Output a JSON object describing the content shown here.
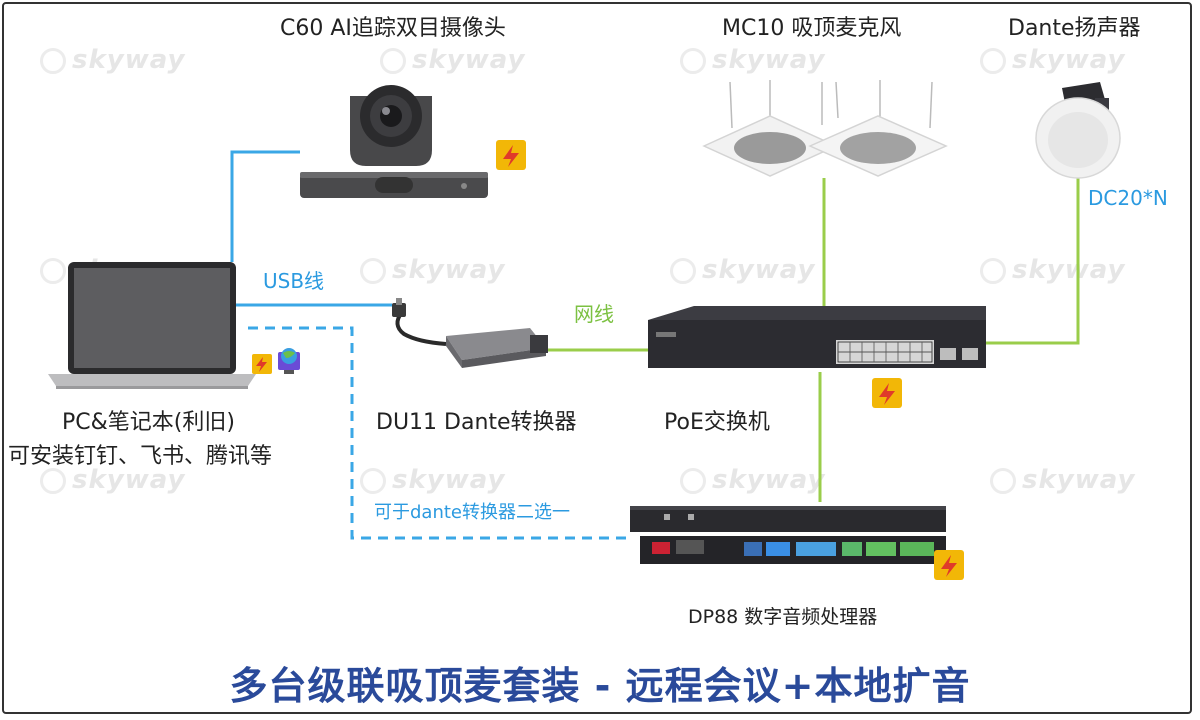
{
  "devices": {
    "camera": {
      "title": "C60 AI追踪双目摄像头"
    },
    "microphone": {
      "title": "MC10 吸顶麦克风"
    },
    "speaker": {
      "title": "Dante扬声器"
    },
    "laptop": {
      "title": "PC&笔记本(利旧)",
      "subtitle": "可安装钉钉、飞书、腾讯等"
    },
    "converter": {
      "title": "DU11 Dante转换器"
    },
    "switch": {
      "title": "PoE交换机"
    },
    "processor": {
      "title": "DP88 数字音频处理器"
    }
  },
  "cables": {
    "usb": "USB线",
    "network": "网线",
    "dc20": "DC20*N",
    "alternative": "可于dante转换器二选一"
  },
  "watermark": "skyway",
  "main_title": "多台级联吸顶麦套装 - 远程会议+本地扩音",
  "colors": {
    "usb_line": "#3aa7e6",
    "network_line": "#9acd4a",
    "usb_text": "#2b9ae0",
    "network_text": "#7cc142",
    "dc_text": "#2b9ae0",
    "title_text": "#2a4a9a",
    "warning": "#f2b707"
  }
}
